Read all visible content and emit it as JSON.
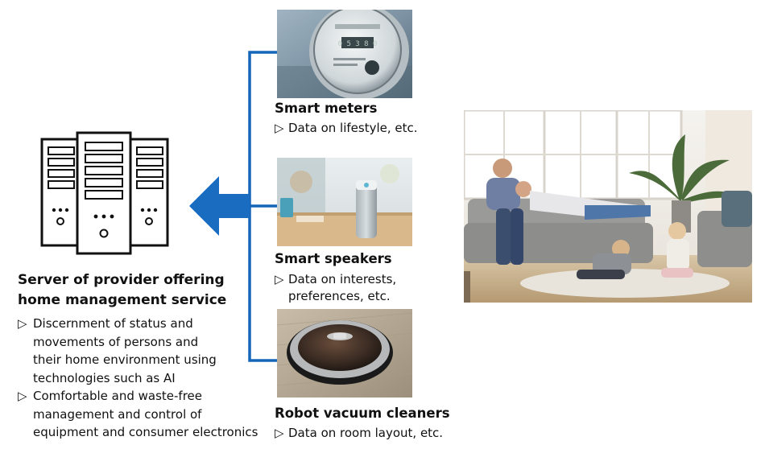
{
  "server": {
    "title_line1": "Server of provider offering",
    "title_line2": "home management service",
    "bullets": [
      {
        "lines": [
          "Discernment of status and",
          "movements of persons and",
          "their home environment using",
          "technologies such as AI"
        ]
      },
      {
        "lines": [
          "Comfortable and waste-free",
          "management and control of",
          "equipment and consumer electronics"
        ]
      }
    ],
    "bullet_marker": "▷"
  },
  "devices": [
    {
      "title": "Smart meters",
      "desc_lines": [
        "Data on lifestyle, etc."
      ]
    },
    {
      "title": "Smart speakers",
      "desc_lines": [
        "Data on interests,",
        "preferences, etc."
      ]
    },
    {
      "title": "Robot vacuum cleaners",
      "desc_lines": [
        "Data on room layout, etc."
      ]
    }
  ],
  "meter_display": "0 5 3 8 0",
  "colors": {
    "connector_blue": "#1565b8",
    "arrow_blue": "#1a6cc0"
  },
  "icons": {
    "server": "server-tower-icon",
    "arrow": "left-arrow-icon"
  }
}
